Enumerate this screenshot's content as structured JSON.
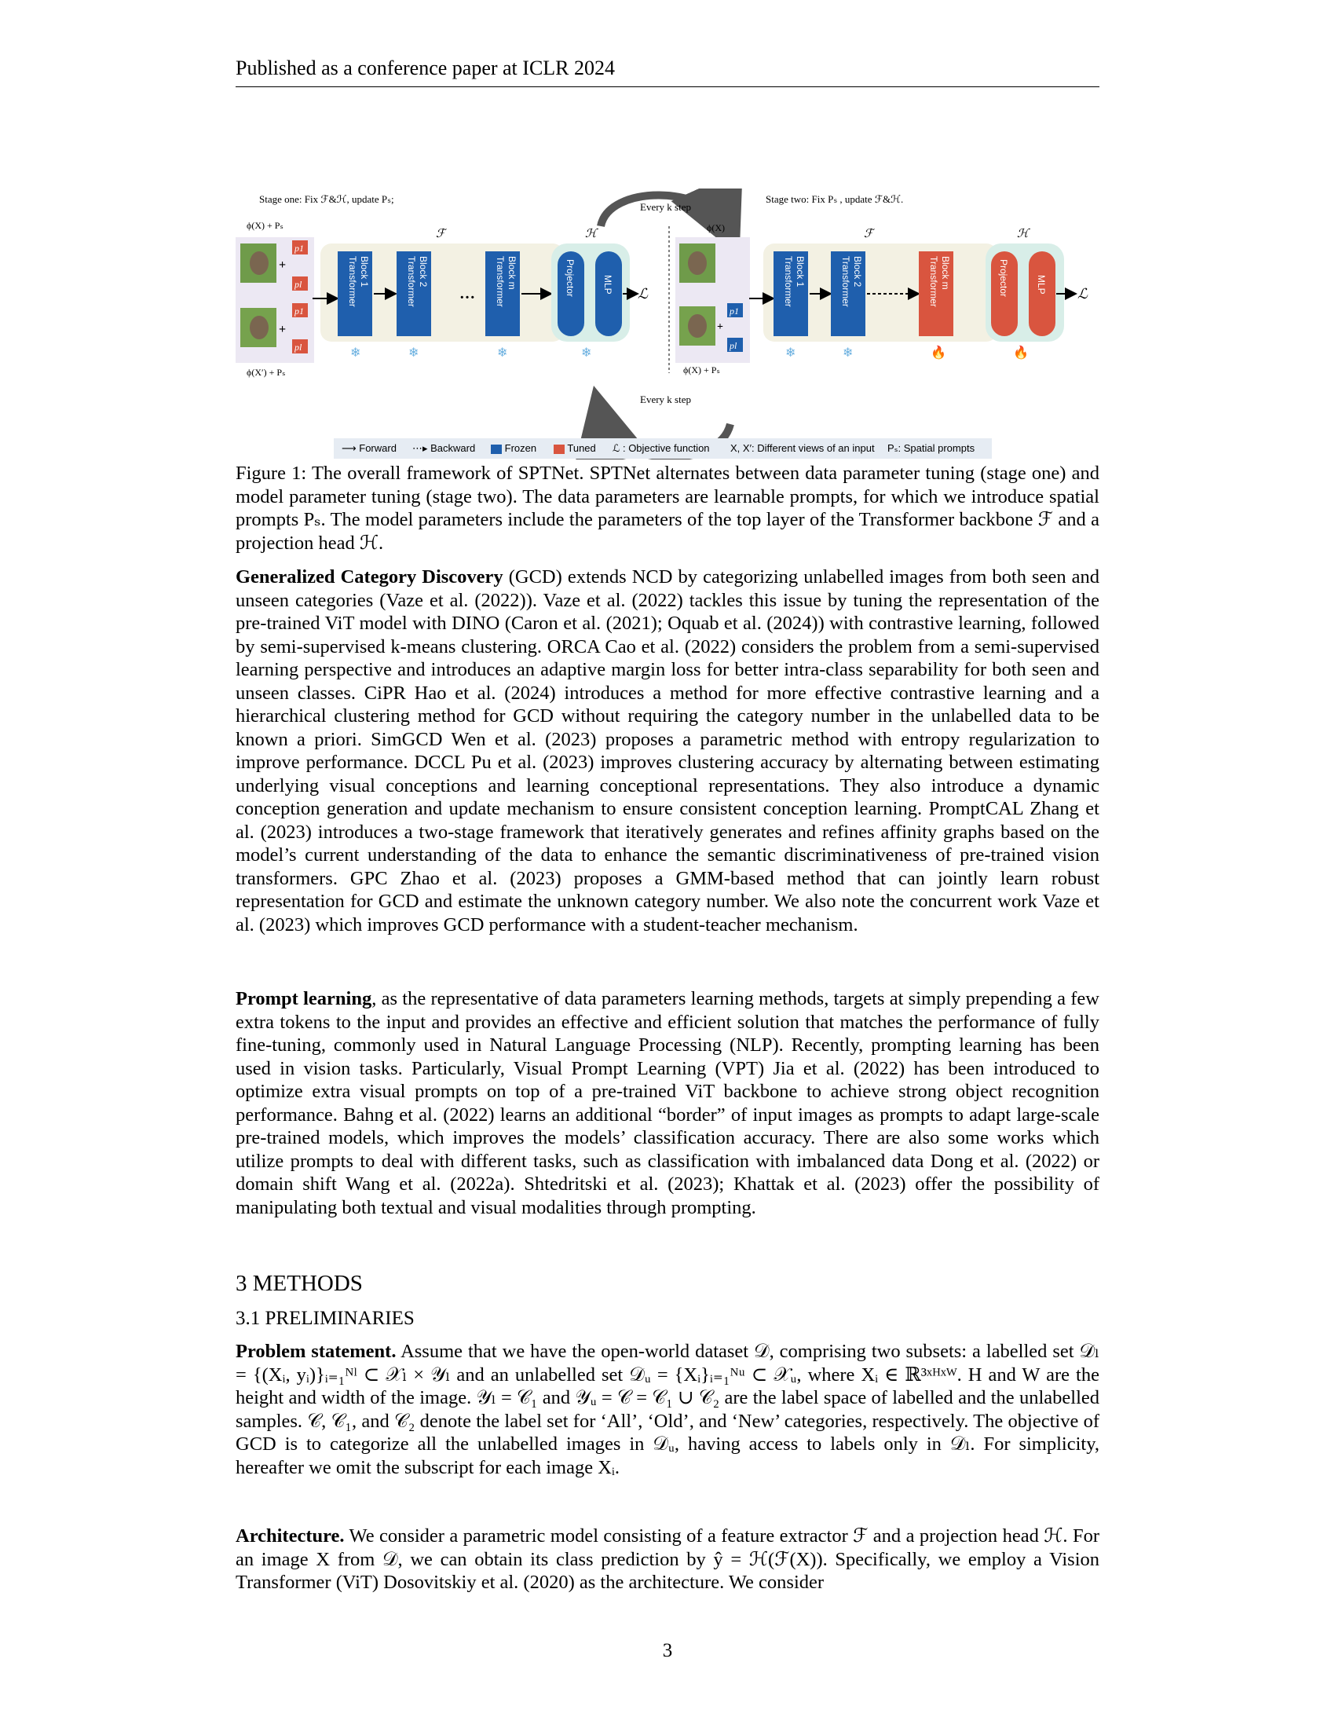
{
  "header": {
    "running_head": "Published as a conference paper at ICLR 2024"
  },
  "figure": {
    "stage_one": "Stage one: Fix ℱ&ℋ, update Pₛ;",
    "stage_two": "Stage two: Fix Pₛ , update ℱ&ℋ.",
    "every_k_top": "Every k step",
    "every_k_bottom": "Every k step",
    "phi_x_ps": "ϕ(X) + Pₛ",
    "phi_xp_ps": "ϕ(X′) + Pₛ",
    "phi_x": "ϕ(X)",
    "phi_x_ps_right": "ϕ(X) + Pₛ",
    "F": "ℱ",
    "H": "ℋ",
    "L": "ℒ",
    "block1": "Transformer Block 1",
    "block2": "Transformer Block 2",
    "blockm": "Transformer Block m",
    "projector": "Projector",
    "mlp": "MLP",
    "ellipsis": "…",
    "p1": "p1",
    "pl": "pl",
    "colors": {
      "frozen": "#1f5fad",
      "tuned": "#d9553f",
      "panel": "#f3f1e3",
      "proj_panel": "#d8eee8",
      "arrow_curve": "#555555"
    }
  },
  "legend": {
    "forward": "Forward",
    "backward": "Backward",
    "frozen": "Frozen",
    "tuned": "Tuned",
    "objective": "ℒ : Objective function",
    "views": "X, X′: Different views of an input",
    "prompts": "Pₛ: Spatial prompts"
  },
  "caption": "Figure 1: The overall framework of SPTNet. SPTNet alternates between data parameter tuning (stage one) and model parameter tuning (stage two). The data parameters are learnable prompts, for which we introduce spatial prompts Pₛ. The model parameters include the parameters of the top layer of the Transformer backbone ℱ and a projection head ℋ.",
  "paragraphs": {
    "gcd_lead": "Generalized Category Discovery",
    "gcd": "(GCD) extends NCD by categorizing unlabelled images from both seen and unseen categories (Vaze et al. (2022)). Vaze et al. (2022) tackles this issue by tuning the representation of the pre-trained ViT model with DINO (Caron et al. (2021); Oquab et al. (2024)) with contrastive learning, followed by semi-supervised k-means clustering. ORCA Cao et al. (2022) considers the problem from a semi-supervised learning perspective and introduces an adaptive margin loss for better intra-class separability for both seen and unseen classes. CiPR Hao et al. (2024) introduces a method for more effective contrastive learning and a hierarchical clustering method for GCD without requiring the category number in the unlabelled data to be known a priori. SimGCD Wen et al. (2023) proposes a parametric method with entropy regularization to improve performance. DCCL Pu et al. (2023) improves clustering accuracy by alternating between estimating underlying visual conceptions and learning conceptional representations. They also introduce a dynamic conception generation and update mechanism to ensure consistent conception learning. PromptCAL Zhang et al. (2023) introduces a two-stage framework that iteratively generates and refines affinity graphs based on the model’s current understanding of the data to enhance the semantic discriminativeness of pre-trained vision transformers. GPC Zhao et al. (2023) proposes a GMM-based method that can jointly learn robust representation for GCD and estimate the unknown category number. We also note the concurrent work Vaze et al. (2023) which improves GCD performance with a student-teacher mechanism.",
    "prompt_lead": "Prompt learning",
    "prompt": ", as the representative of data parameters learning methods, targets at simply prepending a few extra tokens to the input and provides an effective and efficient solution that matches the performance of fully fine-tuning, commonly used in Natural Language Processing (NLP). Recently, prompting learning has been used in vision tasks. Particularly, Visual Prompt Learning (VPT) Jia et al. (2022) has been introduced to optimize extra visual prompts on top of a pre-trained ViT backbone to achieve strong object recognition performance. Bahng et al. (2022) learns an additional “border” of input images as prompts to adapt large-scale pre-trained models, which improves the models’ classification accuracy. There are also some works which utilize prompts to deal with different tasks, such as classification with imbalanced data Dong et al. (2022) or domain shift Wang et al. (2022a). Shtedritski et al. (2023); Khattak et al. (2023) offer the possibility of manipulating both textual and visual modalities through prompting.",
    "section": "3   METHODS",
    "subsection": "3.1   PRELIMINARIES",
    "problem_lead": "Problem statement.",
    "problem": "Assume that we have the open-world dataset 𝒟, comprising two subsets: a labelled set 𝒟ₗ = {(Xᵢ, yᵢ)}ᵢ₌₁ᴺˡ ⊂ 𝒳ₗ × 𝒴ₗ and an unlabelled set 𝒟ᵤ = {Xᵢ}ᵢ₌₁ᴺᵘ ⊂ 𝒳ᵤ, where Xᵢ ∈ ℝ³ˣᴴˣᵂ. H and W are the height and width of the image. 𝒴ₗ = 𝒞₁ and 𝒴ᵤ = 𝒞 = 𝒞₁ ∪ 𝒞₂ are the label space of labelled and the unlabelled samples. 𝒞, 𝒞₁, and 𝒞₂ denote the label set for ‘All’, ‘Old’, and ‘New’ categories, respectively. The objective of GCD is to categorize all the unlabelled images in 𝒟ᵤ, having access to labels only in 𝒟ₗ. For simplicity, hereafter we omit the subscript for each image Xᵢ.",
    "arch_lead": "Architecture.",
    "arch": "We consider a parametric model consisting of a feature extractor ℱ and a projection head ℋ. For an image X from 𝒟, we can obtain its class prediction by ŷ = ℋ(ℱ(X)). Specifically, we employ a Vision Transformer (ViT) Dosovitskiy et al. (2020) as the architecture. We consider"
  },
  "page_number": "3"
}
